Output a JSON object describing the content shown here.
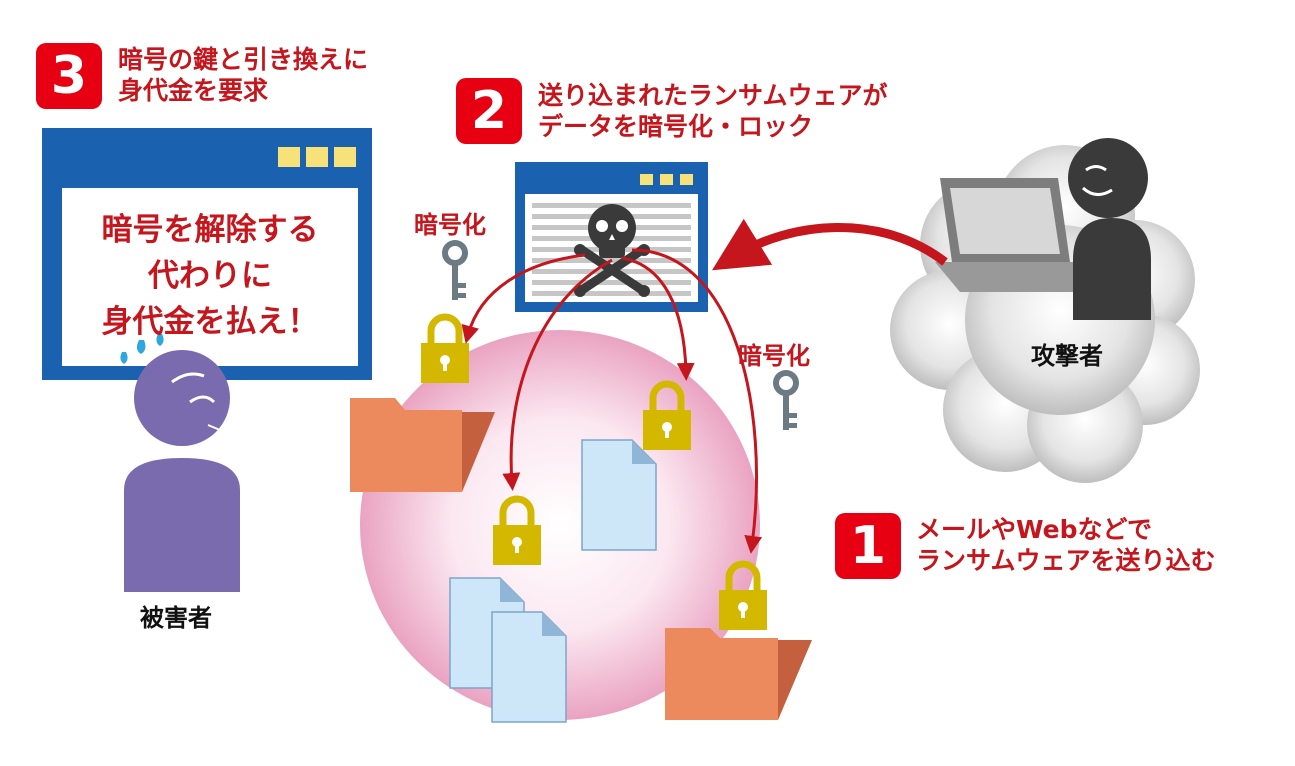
{
  "steps": [
    {
      "number": "1",
      "line1": "メールやWebなどで",
      "line2": "ランサムウェアを送り込む"
    },
    {
      "number": "2",
      "line1": "送り込まれたランサムウェアが",
      "line2": "データを暗号化・ロック"
    },
    {
      "number": "3",
      "line1": "暗号の鍵と引き換えに",
      "line2": "身代金を要求"
    }
  ],
  "ransom_note": {
    "line1": "暗号を解除する",
    "line2": "代わりに",
    "line3": "身代金を払え！"
  },
  "encrypt_label_left": "暗号化",
  "encrypt_label_right": "暗号化",
  "attacker_label": "攻撃者",
  "victim_label": "被害者",
  "colors": {
    "accent_red": "#e60012",
    "text_red": "#c4161c",
    "window_blue": "#1a62b0",
    "lock_yellow": "#d4b800",
    "folder_orange": "#ec8a5e",
    "victim_purple": "#7a6aae",
    "attacker_dark": "#3a3a3a"
  }
}
